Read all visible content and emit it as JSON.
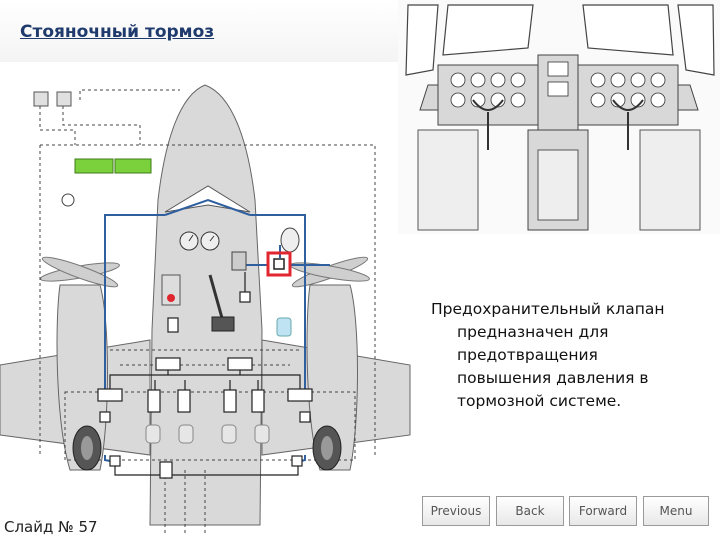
{
  "title": "Стояночный тормоз",
  "description_lines": [
    "Предохранительный клапан",
    "предназначен для",
    "предотвращения",
    "повышения давления в",
    "тормозной системе."
  ],
  "slide_label": "Слайд № 57",
  "nav": {
    "previous": "Previous",
    "back": "Back",
    "forward": "Forward",
    "menu": "Menu"
  },
  "colors": {
    "title": "#1f3b6d",
    "hydraulic_line": "#2f5f9e",
    "highlight": "#e0262f",
    "indicator_green": "#7ad13b",
    "aircraft_fill": "#d9d9d9"
  },
  "icons": [
    "safety-valve-icon",
    "pressure-gauge-icon",
    "accumulator-icon",
    "brake-wheel-icon",
    "parking-brake-handle-icon"
  ]
}
